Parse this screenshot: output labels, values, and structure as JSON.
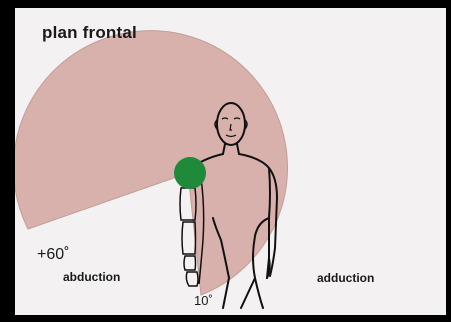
{
  "diagram": {
    "title": "plan frontal",
    "angle_upper": "+60˚",
    "angle_lower": "10˚",
    "left_motion": "abduction",
    "right_motion": "adduction",
    "colors": {
      "sector_fill": "#d8b1ad",
      "sector_stroke": "#c39c98",
      "joint": "#1e8a3a",
      "outline": "#111111",
      "background": "#f3f1f2"
    }
  }
}
